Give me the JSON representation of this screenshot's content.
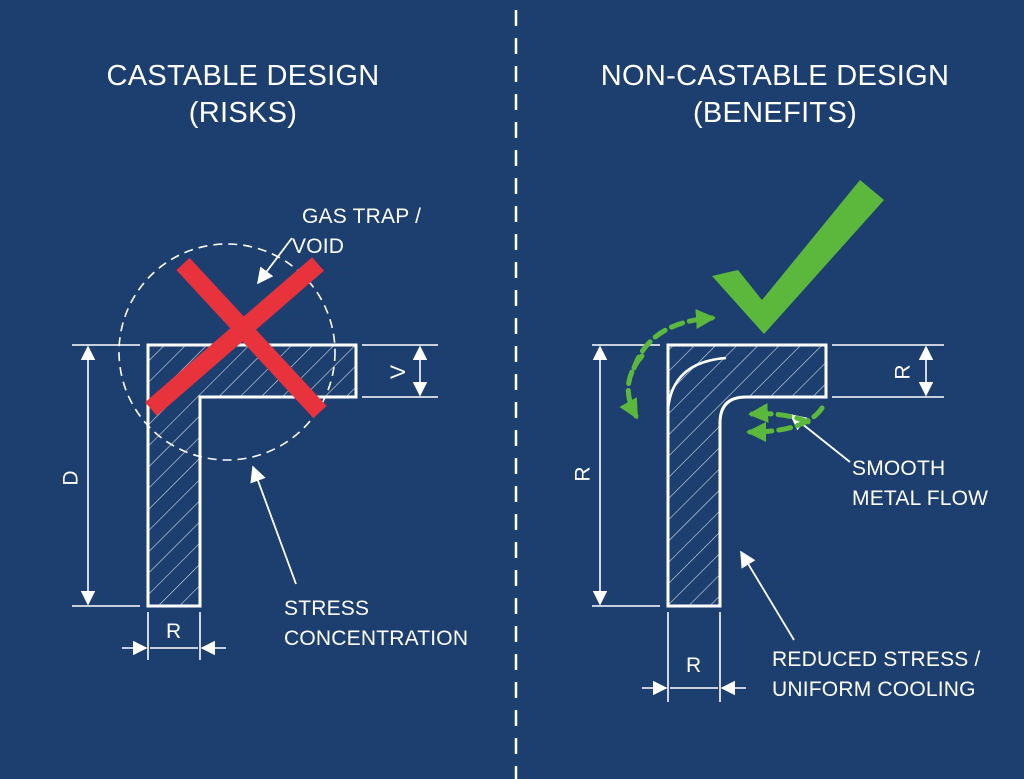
{
  "left_panel": {
    "title_line1": "CASTABLE DESIGN",
    "title_line2": "(RISKS)",
    "label_gas_trap_line1": "GAS TRAP /",
    "label_gas_trap_line2": "VOID",
    "label_stress_line1": "STRESS",
    "label_stress_line2": "CONCENTRATION",
    "dim_depth": "D",
    "dim_thickness": "V",
    "dim_width": "R"
  },
  "right_panel": {
    "title_line1": "NON-CASTABLE DESIGN",
    "title_line2": "(BENEFITS)",
    "label_flow_line1": "SMOOTH",
    "label_flow_line2": "METAL FLOW",
    "label_cooling_line1": "REDUCED STRESS /",
    "label_cooling_line2": "UNIFORM COOLING",
    "dim_depth": "R",
    "dim_thickness": "R",
    "dim_width": "R"
  },
  "colors": {
    "background": "#1d3f70",
    "line": "#ffffff",
    "cross": "#e8333c",
    "check": "#5cb83c"
  }
}
